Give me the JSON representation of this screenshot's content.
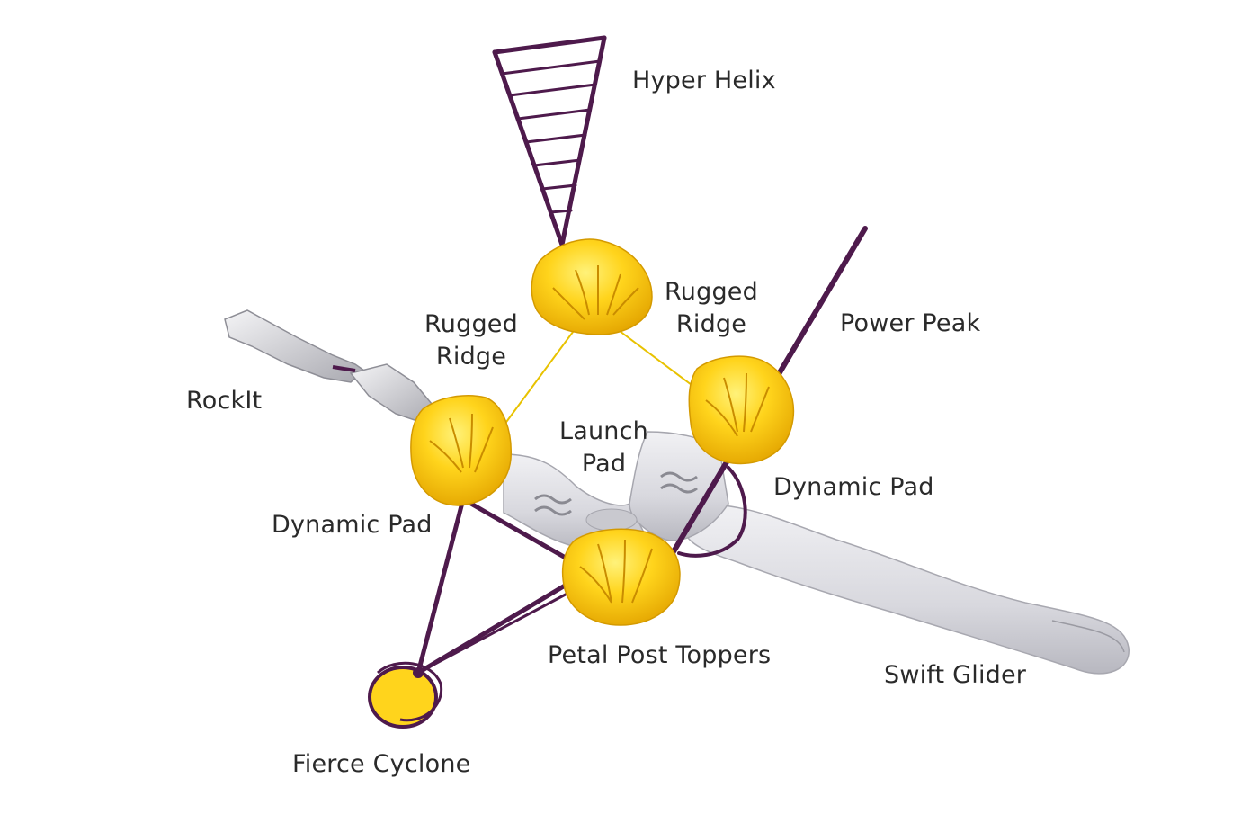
{
  "labels": {
    "hyper_helix": "Hyper Helix",
    "rugged_ridge_left": [
      "Rugged",
      "Ridge"
    ],
    "rugged_ridge_right": [
      "Rugged",
      "Ridge"
    ],
    "power_peak": "Power Peak",
    "rockit": "RockIt",
    "launch_pad": [
      "Launch",
      "Pad"
    ],
    "dynamic_pad_right": "Dynamic Pad",
    "dynamic_pad_left": "Dynamic Pad",
    "petal_post_toppers": "Petal Post Toppers",
    "swift_glider": "Swift Glider",
    "fierce_cyclone": "Fierce Cyclone"
  },
  "colors": {
    "frame": "#4e1a4c",
    "topper_yellow": "#ffd21a",
    "topper_shade": "#e0a800",
    "cable": "#e8c200",
    "slide_gray": "#d9d9de",
    "slide_shade": "#b9b9c0"
  }
}
